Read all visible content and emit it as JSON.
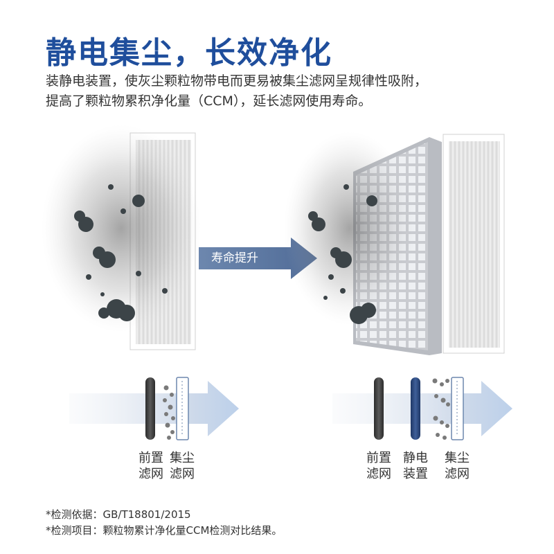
{
  "header": {
    "title": "静电集尘，长效净化",
    "subtitle_lines": [
      "装静电装置，使灰尘颗粒物带电而更易被集尘滤网呈规律性吸附，",
      "提高了颗粒物累积净化量（CCM），延长滤网使用寿命。"
    ]
  },
  "comparison": {
    "arrow_label": "寿命提升"
  },
  "diagram_left": {
    "labels": [
      {
        "line1": "前置",
        "line2": "滤网"
      },
      {
        "line1": "集尘",
        "line2": "滤网"
      }
    ]
  },
  "diagram_right": {
    "labels": [
      {
        "line1": "前置",
        "line2": "滤网"
      },
      {
        "line1": "静电",
        "line2": "装置"
      },
      {
        "line1": "集尘",
        "line2": "滤网"
      }
    ]
  },
  "footnotes": [
    "*检测依据：GB/T18801/2015",
    "*检测项目：颗粒物累计净化量CCM检测对比结果。"
  ],
  "colors": {
    "title": "#1f4e9c",
    "arrow": "#5e79a3",
    "electrostatic": "#2d4a7e",
    "prefilter": "#444444"
  }
}
